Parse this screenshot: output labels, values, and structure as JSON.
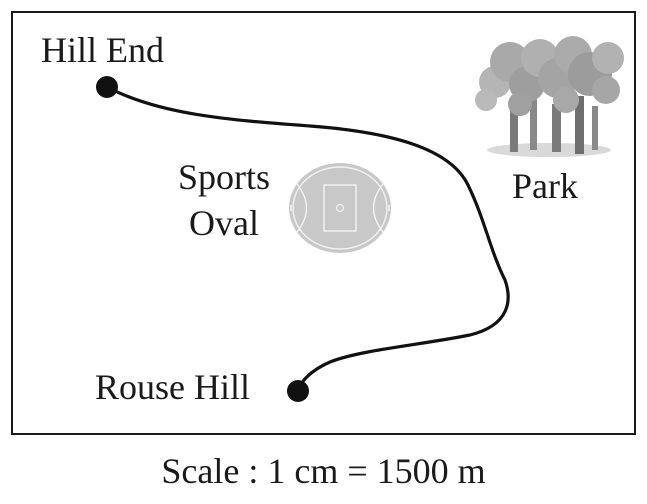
{
  "map": {
    "places": {
      "start": "Hill End",
      "end": "Rouse Hill",
      "oval_line1": "Sports",
      "oval_line2": "Oval",
      "park": "Park"
    },
    "scale_text": "Scale : 1 cm = 1500 m",
    "colors": {
      "frame": "#1a1a1a",
      "route": "#111111",
      "oval_fill": "#c8c8c8",
      "oval_lines": "#f2f2f2",
      "tree_foliage": "#a9a9a9",
      "tree_trunk": "#7a7a7a"
    },
    "icons": {
      "oval": "sports-oval-icon",
      "park": "park-trees-icon",
      "markers": "location-dot-icon"
    }
  }
}
